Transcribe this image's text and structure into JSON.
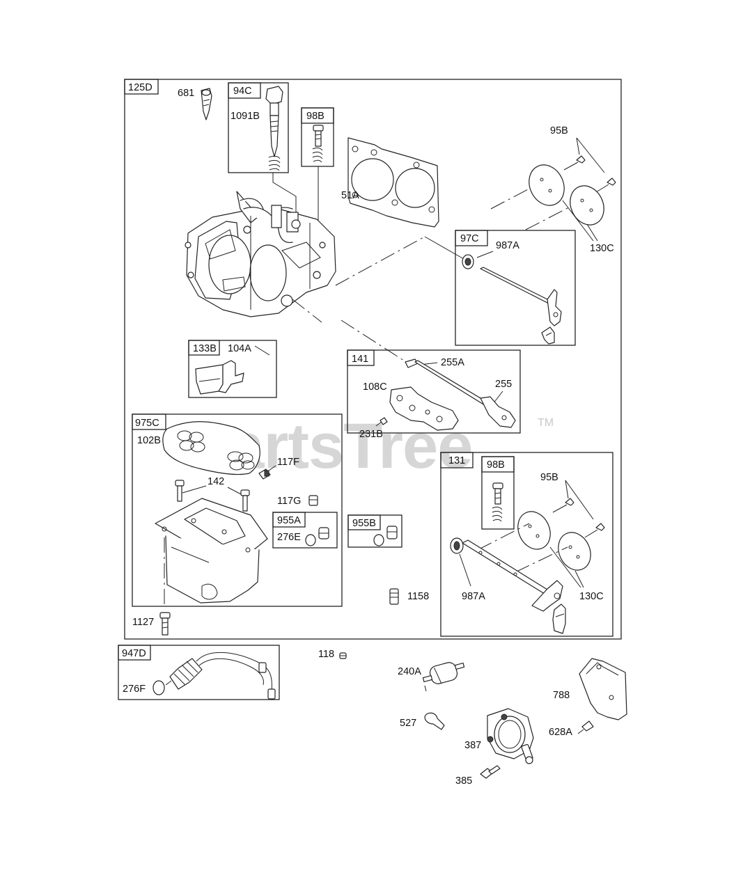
{
  "watermark": {
    "text": "PartsTree",
    "tm": "TM"
  },
  "boxes": {
    "b125D": "125D",
    "b94C": "94C",
    "b98B_top": "98B",
    "b97C": "97C",
    "b133B": "133B",
    "b141": "141",
    "b975C": "975C",
    "b955A": "955A",
    "b955B": "955B",
    "b131": "131",
    "b98B_right": "98B",
    "b947D": "947D"
  },
  "callouts": {
    "c681": "681",
    "c1091B": "1091B",
    "c51A": "51A",
    "c95B_top": "95B",
    "c987A_top": "987A",
    "c130C_top": "130C",
    "c104A": "104A",
    "c255A": "255A",
    "c108C": "108C",
    "c255": "255",
    "c231B": "231B",
    "c102B": "102B",
    "c117F": "117F",
    "c142": "142",
    "c117G": "117G",
    "c276E": "276E",
    "c1158": "1158",
    "c95B_right": "95B",
    "c987A_right": "987A",
    "c130C_right": "130C",
    "c1127": "1127",
    "c118": "118",
    "c240A": "240A",
    "c276F": "276F",
    "c788": "788",
    "c527": "527",
    "c628A": "628A",
    "c387": "387",
    "c385": "385"
  },
  "colors": {
    "line": "#222222",
    "watermark": "#c8c8c8"
  }
}
